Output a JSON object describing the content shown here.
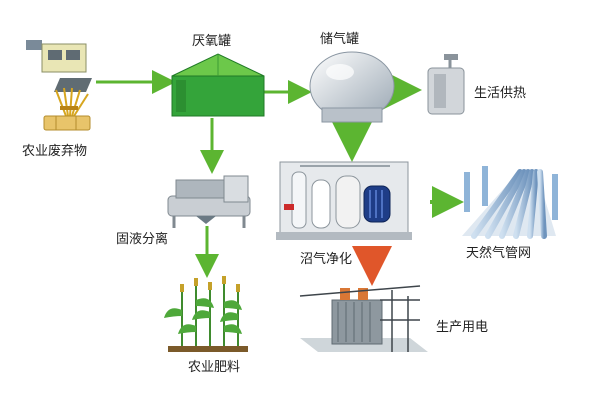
{
  "diagram": {
    "nodes": {
      "agri_waste": {
        "label": "农业废弃物",
        "icon": "agricultural-waste-icon"
      },
      "digester": {
        "label": "厌氧罐",
        "icon": "anaerobic-tank-icon"
      },
      "gas_holder": {
        "label": "储气罐",
        "icon": "gas-holder-icon"
      },
      "heating": {
        "label": "生活供热",
        "icon": "boiler-icon"
      },
      "separation": {
        "label": "固液分离",
        "icon": "separator-icon"
      },
      "purification": {
        "label": "沼气净化",
        "icon": "purification-plant-icon"
      },
      "pipeline": {
        "label": "天然气管网",
        "icon": "gas-pipeline-icon"
      },
      "power": {
        "label": "生产用电",
        "icon": "transformer-icon"
      },
      "fertilizer": {
        "label": "农业肥料",
        "icon": "crops-icon"
      }
    },
    "colors": {
      "arrow": "#5cb531",
      "arrow_red": "#e0562a",
      "tank_green": "#34a43a",
      "equipment_gray": "#c9ced3",
      "pipe_blue": "#8fb4d8"
    }
  }
}
